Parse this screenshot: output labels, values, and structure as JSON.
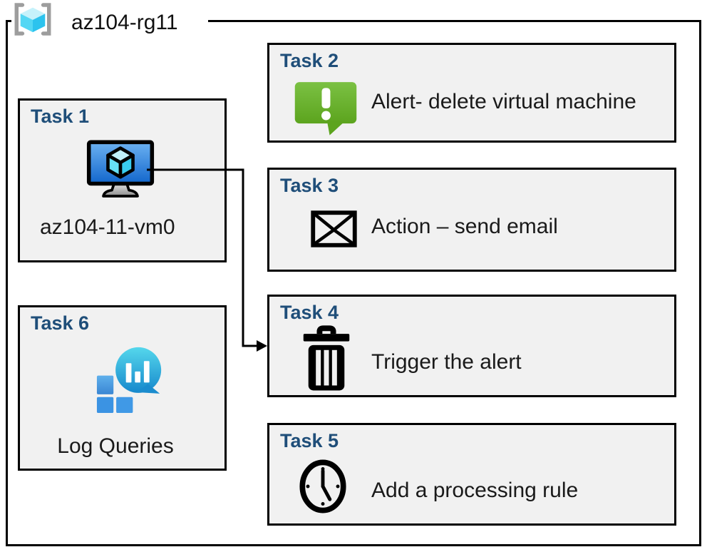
{
  "resource_group": {
    "label": "az104-rg11",
    "icon": "resource-group-icon"
  },
  "tasks": [
    {
      "title": "Task 1",
      "label": "az104-11-vm0",
      "icon": "virtual-machine-icon"
    },
    {
      "title": "Task 2",
      "label": "Alert- delete virtual machine",
      "icon": "alert-message-icon"
    },
    {
      "title": "Task 3",
      "label": "Action – send email",
      "icon": "email-envelope-icon"
    },
    {
      "title": "Task 4",
      "label": "Trigger the alert",
      "icon": "trash-delete-icon"
    },
    {
      "title": "Task 5",
      "label": "Add a processing rule",
      "icon": "clock-icon"
    },
    {
      "title": "Task 6",
      "label": "Log Queries",
      "icon": "log-queries-icon"
    }
  ],
  "connector": {
    "from": "Task 1 virtual machine",
    "to": "Task 4"
  },
  "colors": {
    "title_blue": "#1F4E79",
    "box_fill": "#F1F1F1",
    "border_black": "#000000",
    "alert_green_top": "#7BC143",
    "alert_green_bottom": "#5CA41E",
    "vm_screen_top": "#6CB2F2",
    "vm_screen_bottom": "#1266CC",
    "cube_cyan_light": "#C6F2FB",
    "cube_cyan_mid": "#53D7F4",
    "cube_cyan_dark": "#2CC3EE",
    "bracket_gray": "#9D9D9D",
    "log_teal_top": "#55D7EC",
    "log_teal_bottom": "#1688CC",
    "log_square_blue": "#3B93E3"
  }
}
